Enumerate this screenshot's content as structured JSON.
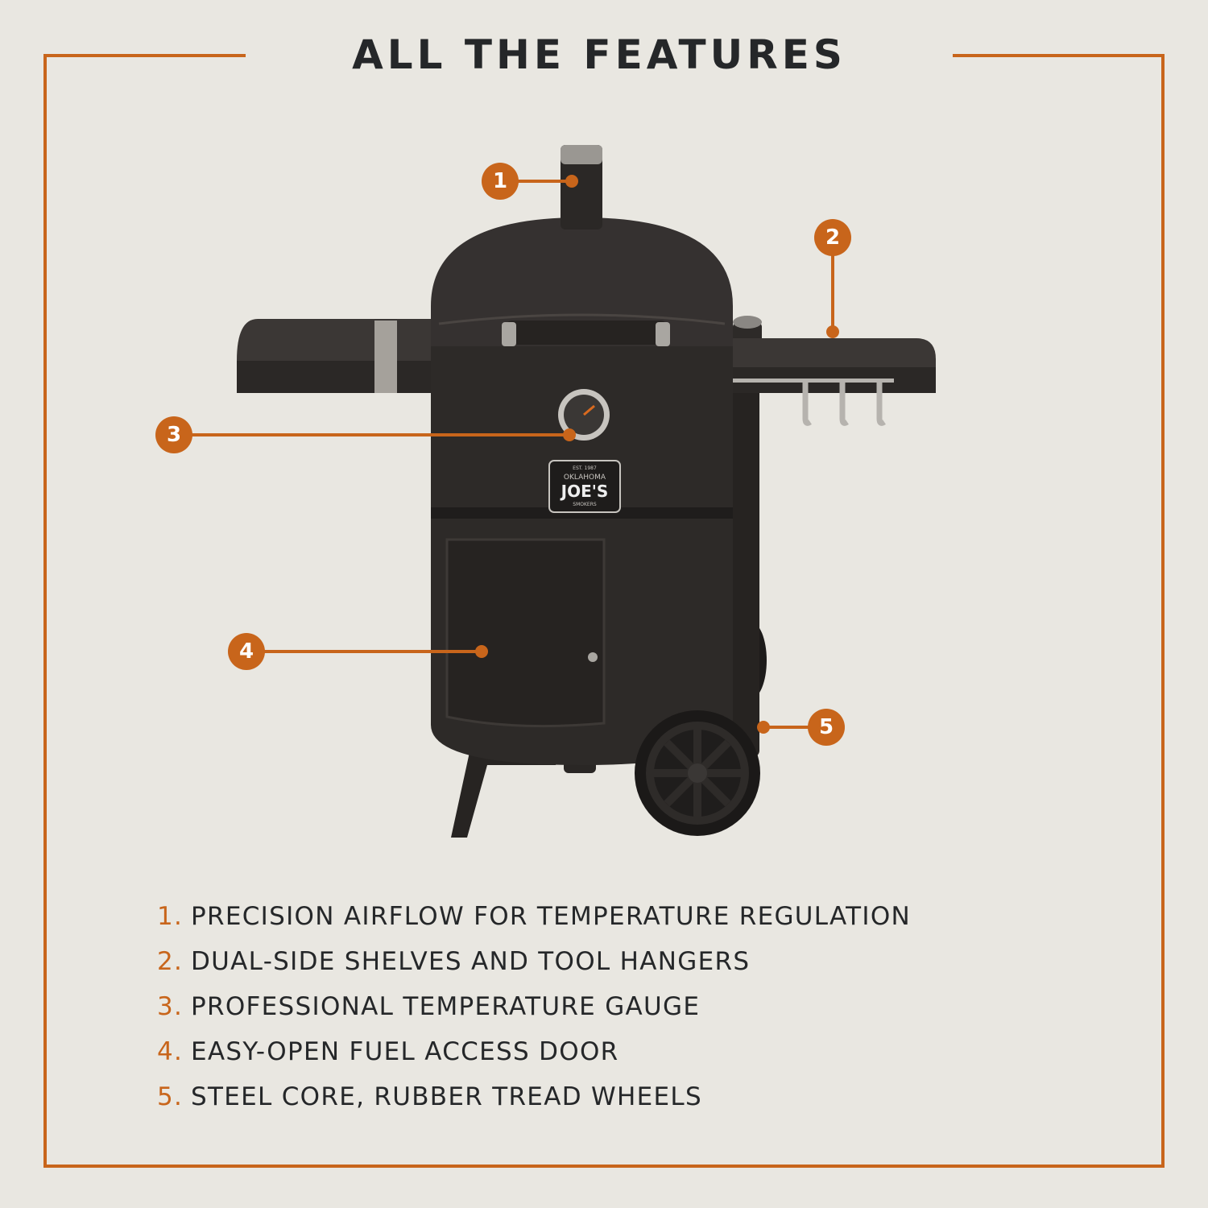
{
  "title": "ALL THE FEATURES",
  "colors": {
    "accent": "#c8651b",
    "text": "#252729",
    "background": "#e9e7e1",
    "product": "#2b2826"
  },
  "product_image": {
    "subject": "Oklahoma Joe's charcoal smoker on a wheeled cart",
    "badge": {
      "est": "EST. 1987",
      "top": "OKLAHOMA",
      "main": "JOE'S",
      "bottom": "SMOKERS"
    }
  },
  "markers": [
    {
      "label": "1"
    },
    {
      "label": "2"
    },
    {
      "label": "3"
    },
    {
      "label": "4"
    },
    {
      "label": "5"
    }
  ],
  "features": [
    {
      "number": "1.",
      "text": "PRECISION AIRFLOW FOR TEMPERATURE REGULATION"
    },
    {
      "number": "2.",
      "text": "DUAL-SIDE SHELVES AND TOOL HANGERS"
    },
    {
      "number": "3.",
      "text": "PROFESSIONAL TEMPERATURE GAUGE"
    },
    {
      "number": "4.",
      "text": "EASY-OPEN FUEL ACCESS DOOR"
    },
    {
      "number": "5.",
      "text": "STEEL CORE, RUBBER TREAD WHEELS"
    }
  ]
}
